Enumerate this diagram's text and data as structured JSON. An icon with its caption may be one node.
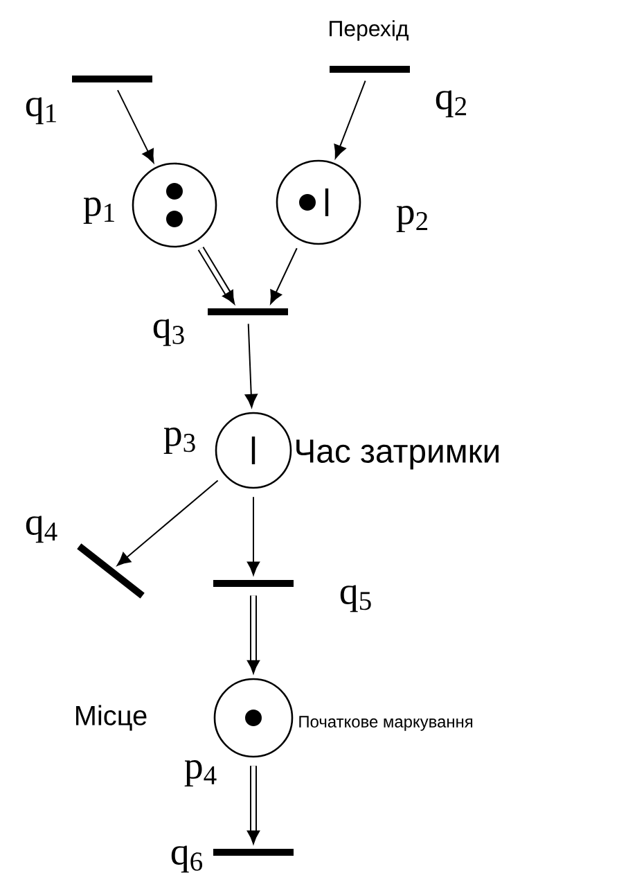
{
  "diagram": {
    "nodes": [
      {
        "text": [],
        "shape": "bar",
        "beside": [
          "q$_{1}$"
        ]
      },
      {
        "text": [],
        "shape": "bar",
        "beside": [
          "Перехід",
          "q$_{2}$"
        ]
      },
      {
        "text": [],
        "shape": "circle",
        "beside": [
          "p$_{1}$"
        ]
      },
      {
        "text": [],
        "shape": "circle",
        "beside": [
          "p$_{2}$"
        ]
      },
      {
        "text": [],
        "shape": "bar",
        "beside": [
          "q$_{3}$"
        ]
      },
      {
        "text": [],
        "shape": "circle",
        "beside": [
          "p$_{3}$",
          "Час затримки"
        ]
      },
      {
        "text": [],
        "shape": "bar",
        "beside": [
          "q$_{4}$"
        ]
      },
      {
        "text": [],
        "shape": "bar",
        "beside": [
          "q$_{5}$"
        ]
      },
      {
        "text": [],
        "shape": "circle",
        "beside": [
          "Місце",
          "Початкове маркування",
          "p$_{4}$"
        ]
      },
      {
        "text": [],
        "shape": "bar",
        "beside": [
          "q$_{6}$"
        ]
      }
    ],
    "edges": [
      {
        "from": 0,
        "to": 2,
        "arrow": "to"
      },
      {
        "from": 1,
        "to": 3,
        "arrow": "to"
      },
      {
        "from": 2,
        "to": 4,
        "arrow": "to",
        "style": "thick"
      },
      {
        "from": 3,
        "to": 4,
        "arrow": "to"
      },
      {
        "from": 4,
        "to": 5,
        "arrow": "to"
      },
      {
        "from": 5,
        "to": 6,
        "arrow": "to"
      },
      {
        "from": 5,
        "to": 7,
        "arrow": "to"
      },
      {
        "from": 7,
        "to": 8,
        "arrow": "to",
        "style": "thick"
      },
      {
        "from": 8,
        "to": 9,
        "arrow": "to",
        "style": "thick"
      }
    ]
  }
}
